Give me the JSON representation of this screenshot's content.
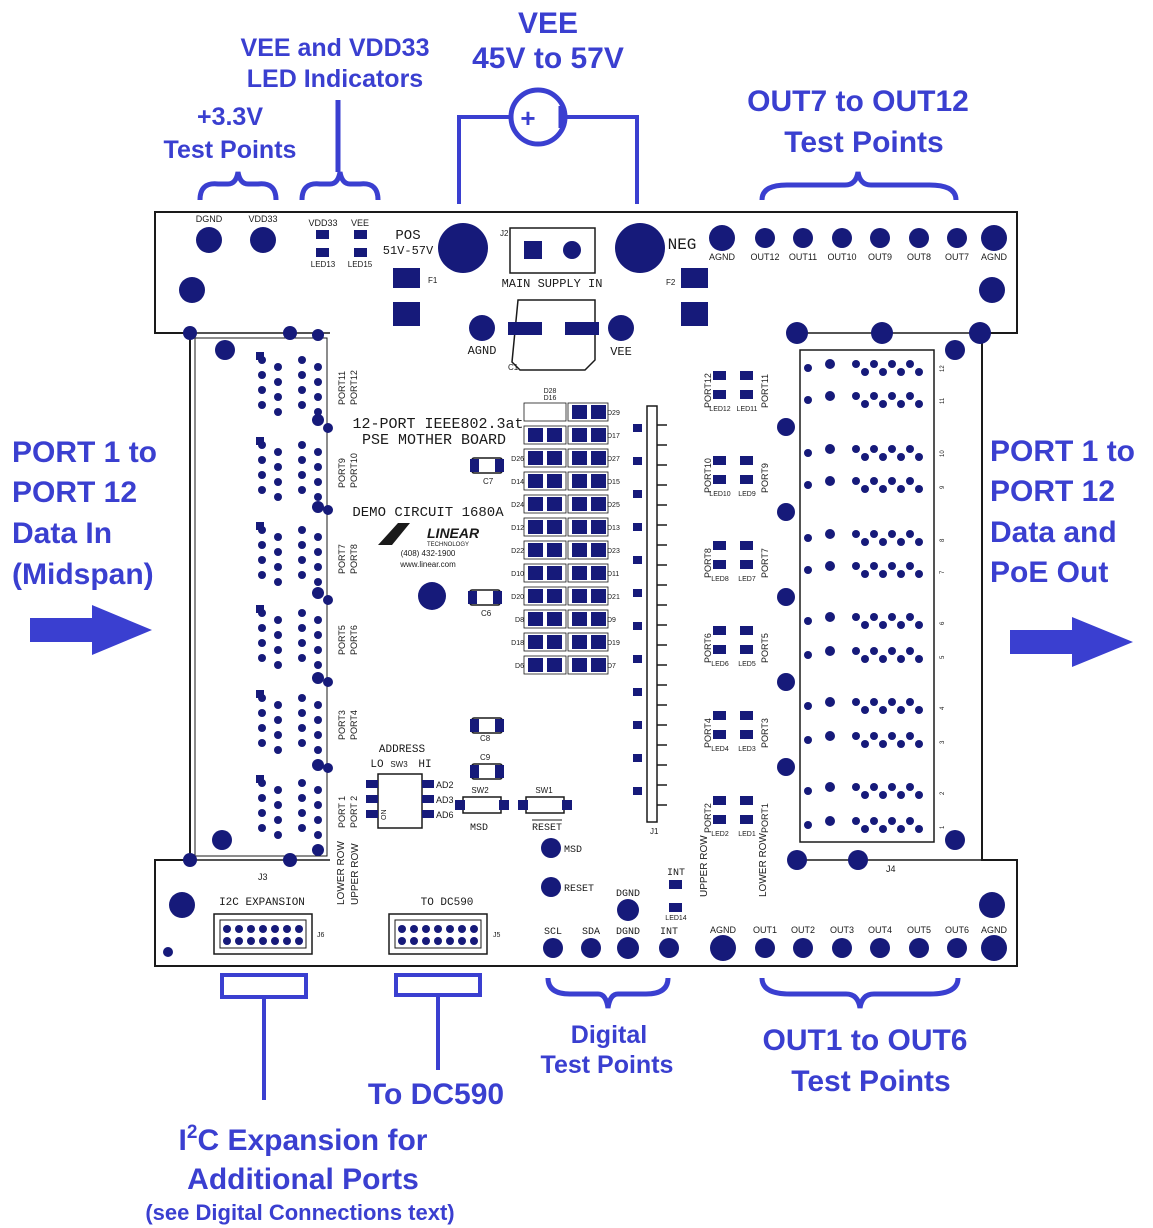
{
  "annotations": {
    "vee_title": "VEE",
    "vee_range": "45V to 57V",
    "led_line1": "VEE and VDD33",
    "led_line2": "LED Indicators",
    "tp33_line1": "+3.3V",
    "tp33_line2": "Test Points",
    "out7_line1": "OUT7 to OUT12",
    "out7_line2": "Test Points",
    "left_line1": "PORT 1 to",
    "left_line2": "PORT 12",
    "left_line3": "Data In",
    "left_line4": "(Midspan)",
    "right_line1": "PORT 1 to",
    "right_line2": "PORT 12",
    "right_line3": "Data and",
    "right_line4": "PoE Out",
    "digital_line1": "Digital",
    "digital_line2": "Test Points",
    "out1_line1": "OUT1 to OUT6",
    "out1_line2": "Test Points",
    "dc590": "To DC590",
    "i2c_prefix": "I",
    "i2c_sup": "2",
    "i2c_rest": "C Expansion for",
    "i2c_line2": "Additional Ports",
    "i2c_line3": "(see Digital Connections text)",
    "plus_sign": "+"
  },
  "board": {
    "title_line1": "12-PORT  IEEE802.3at",
    "title_line2": "PSE MOTHER BOARD",
    "demo_circuit": "DEMO CIRCUIT 1680A",
    "logo": "LINEAR",
    "logo_sub": "TECHNOLOGY",
    "phone": "(408) 432-1900",
    "web": "www.linear.com",
    "dgnd": "DGND",
    "vdd33": "VDD33",
    "vdd33_led": "VDD33",
    "vee_led": "VEE",
    "led13": "LED13",
    "led15": "LED15",
    "pos": "POS",
    "pos_range": "51V-57V",
    "f1": "F1",
    "f2": "F2",
    "j2": "J2",
    "main_supply": "MAIN  SUPPLY  IN",
    "neg": "NEG",
    "agnd_center": "AGND",
    "vee_center": "VEE",
    "c1": "C1",
    "top_tp_labels": [
      "AGND",
      "OUT12",
      "OUT11",
      "OUT10",
      "OUT9",
      "OUT8",
      "OUT7",
      "AGND"
    ],
    "bottom_tp_labels": [
      "AGND",
      "OUT1",
      "OUT2",
      "OUT3",
      "OUT4",
      "OUT5",
      "OUT6",
      "AGND"
    ],
    "left_ports": [
      "PORT11 PORT12",
      "PORT9 PORT10",
      "PORT7 PORT8",
      "PORT5 PORT6",
      "PORT3 PORT4",
      "PORT 1 PORT 2"
    ],
    "row_labels_left": [
      "LOWER ROW",
      "UPPER ROW"
    ],
    "row_labels_right": [
      "UPPER ROW",
      "LOWER ROW"
    ],
    "j3": "J3",
    "j4": "J4",
    "j1": "J1",
    "j5": "J5",
    "j6": "J6",
    "c6": "C6",
    "c7": "C7",
    "c8": "C8",
    "c9": "C9",
    "address": "ADDRESS",
    "lo": "LO",
    "hi": "HI",
    "sw3": "SW3",
    "sw2": "SW2",
    "sw1": "SW1",
    "ad_labels": [
      "AD2",
      "AD3",
      "AD6"
    ],
    "on": "ON",
    "msd": "MSD",
    "reset": "RESET",
    "msd_tp": "MSD",
    "reset_tp": "RESET",
    "int": "INT",
    "led14": "LED14",
    "dgnd2": "DGND",
    "dgnd3": "DGND",
    "scl": "SCL",
    "sda": "SDA",
    "int_tp": "INT",
    "i2c_header": "I2C  EXPANSION",
    "dc590_header": "TO  DC590",
    "diode_left": [
      "D26",
      "D14",
      "D24",
      "D12",
      "D22",
      "D10",
      "D20",
      "D8",
      "D18",
      "D6"
    ],
    "diode_right": [
      "D29",
      "D17",
      "D27",
      "D15",
      "D25",
      "D13",
      "D23",
      "D11",
      "D21",
      "D9",
      "D19",
      "D7"
    ],
    "diode_top": [
      "D28",
      "D16"
    ],
    "right_ports": [
      {
        "p1": "PORT12",
        "p2": "PORT11",
        "l1": "LED12",
        "l2": "LED11"
      },
      {
        "p1": "PORT10",
        "p2": "PORT9",
        "l1": "LED10",
        "l2": "LED9"
      },
      {
        "p1": "PORT8",
        "p2": "PORT7",
        "l1": "LED8",
        "l2": "LED7"
      },
      {
        "p1": "PORT6",
        "p2": "PORT5",
        "l1": "LED6",
        "l2": "LED5"
      },
      {
        "p1": "PORT4",
        "p2": "PORT3",
        "l1": "LED4",
        "l2": "LED3"
      },
      {
        "p1": "PORT2",
        "p2": "PORT1",
        "l1": "LED2",
        "l2": "LED1"
      }
    ],
    "jack_numbers": [
      "12",
      "11",
      "10",
      "9",
      "8",
      "7",
      "6",
      "5",
      "4",
      "3",
      "2",
      "1"
    ]
  },
  "colors": {
    "annotation_blue": "#3a3fd0",
    "pad_navy": "#161a7a",
    "ink": "#1a1a1a"
  }
}
